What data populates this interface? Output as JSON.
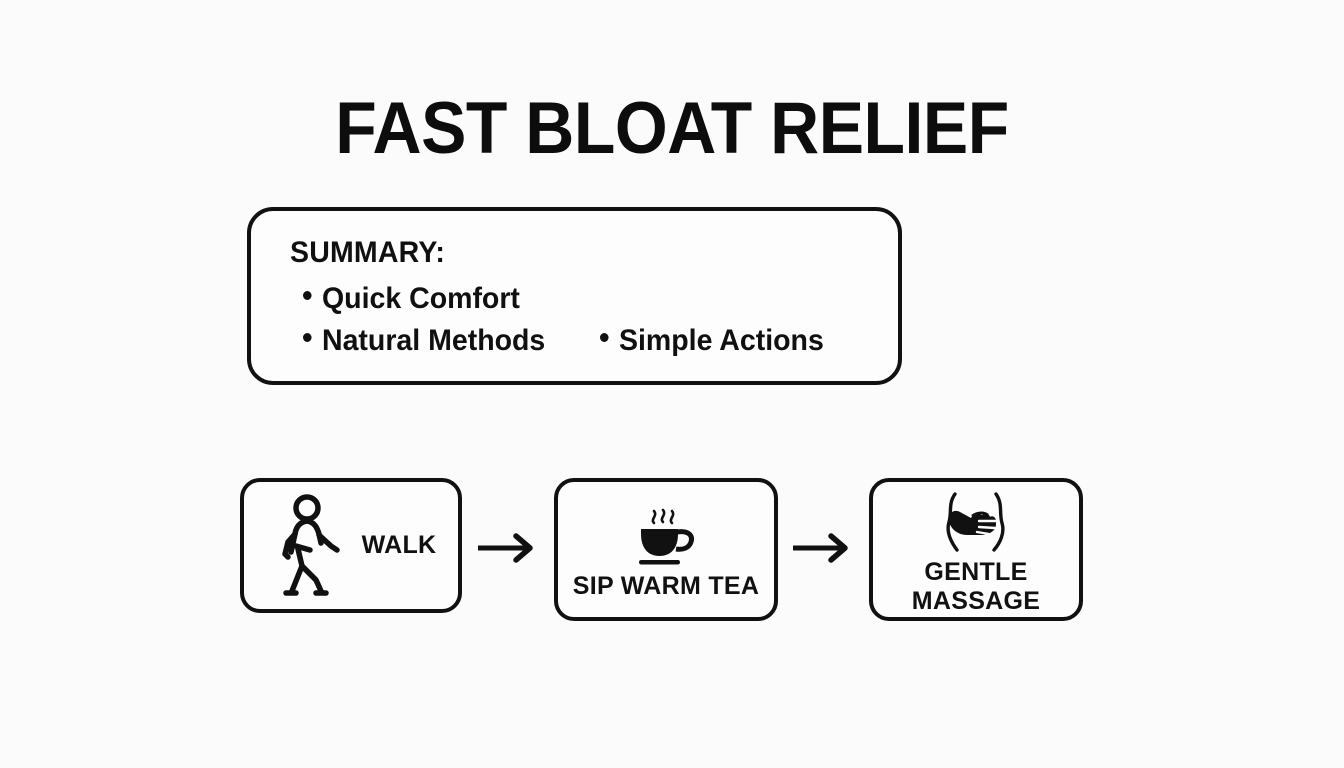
{
  "page": {
    "title": "FAST BLOAT RELIEF",
    "background_color": "#fbfbfc",
    "ink_color": "#111111"
  },
  "summary": {
    "heading": "SUMMARY:",
    "bullets_row_1": [
      {
        "label": "Quick Comfort"
      }
    ],
    "bullets_row_2": [
      {
        "label": "Natural Methods"
      },
      {
        "label": "Simple Actions"
      }
    ]
  },
  "flow": {
    "steps": [
      {
        "label": "WALK",
        "icon": "walking-person-icon",
        "layout": "icon-left"
      },
      {
        "label": "SIP WARM TEA",
        "icon": "tea-cup-icon",
        "layout": "icon-top"
      },
      {
        "label": "GENTLE\nMASSAGE",
        "icon": "hand-on-belly-massage-icon",
        "layout": "icon-top"
      }
    ],
    "connectors": [
      {
        "icon": "arrow-right-icon"
      },
      {
        "icon": "arrow-right-icon"
      }
    ]
  }
}
